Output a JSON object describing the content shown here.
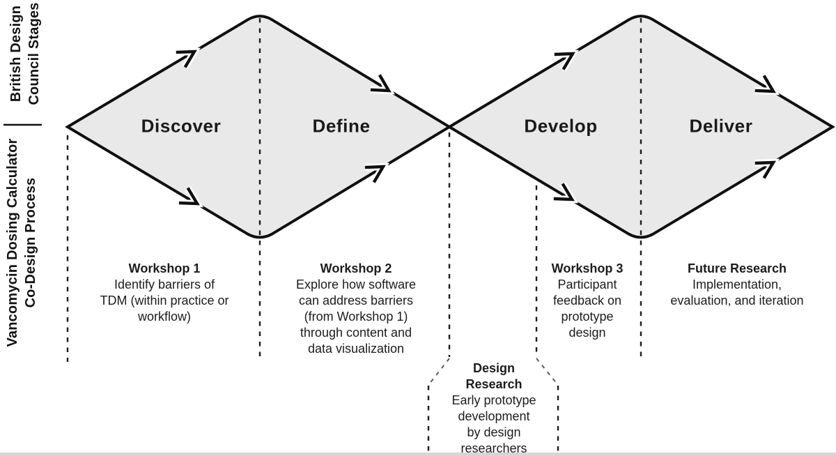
{
  "palette": {
    "background": "#ffffff",
    "diamond_fill": "#e9e9e9",
    "line_color": "#101010"
  },
  "sidebar": {
    "top_label": [
      "British Design",
      "Council Stages"
    ],
    "bottom_label": [
      "Vancomycin Dosing Calculator",
      "Co-Design Process"
    ]
  },
  "stages": [
    {
      "label": "Discover"
    },
    {
      "label": "Define"
    },
    {
      "label": "Develop"
    },
    {
      "label": "Deliver"
    }
  ],
  "annotations": [
    {
      "title": "Workshop 1",
      "lines": [
        "Identify barriers of",
        "TDM (within practice or",
        "workflow)"
      ]
    },
    {
      "title": "Workshop 2",
      "lines": [
        "Explore how software",
        "can address barriers",
        "(from Workshop 1)",
        "through content and",
        "data visualization"
      ]
    },
    {
      "title": "Workshop 3",
      "lines": [
        "Participant",
        "feedback on",
        "prototype",
        "design"
      ]
    },
    {
      "title": "Future Research",
      "lines": [
        "Implementation,",
        "evaluation, and iteration"
      ]
    }
  ],
  "design_research": {
    "title": [
      "Design",
      "Research"
    ],
    "lines": [
      "Early prototype",
      "development",
      "by design",
      "researchers"
    ]
  }
}
